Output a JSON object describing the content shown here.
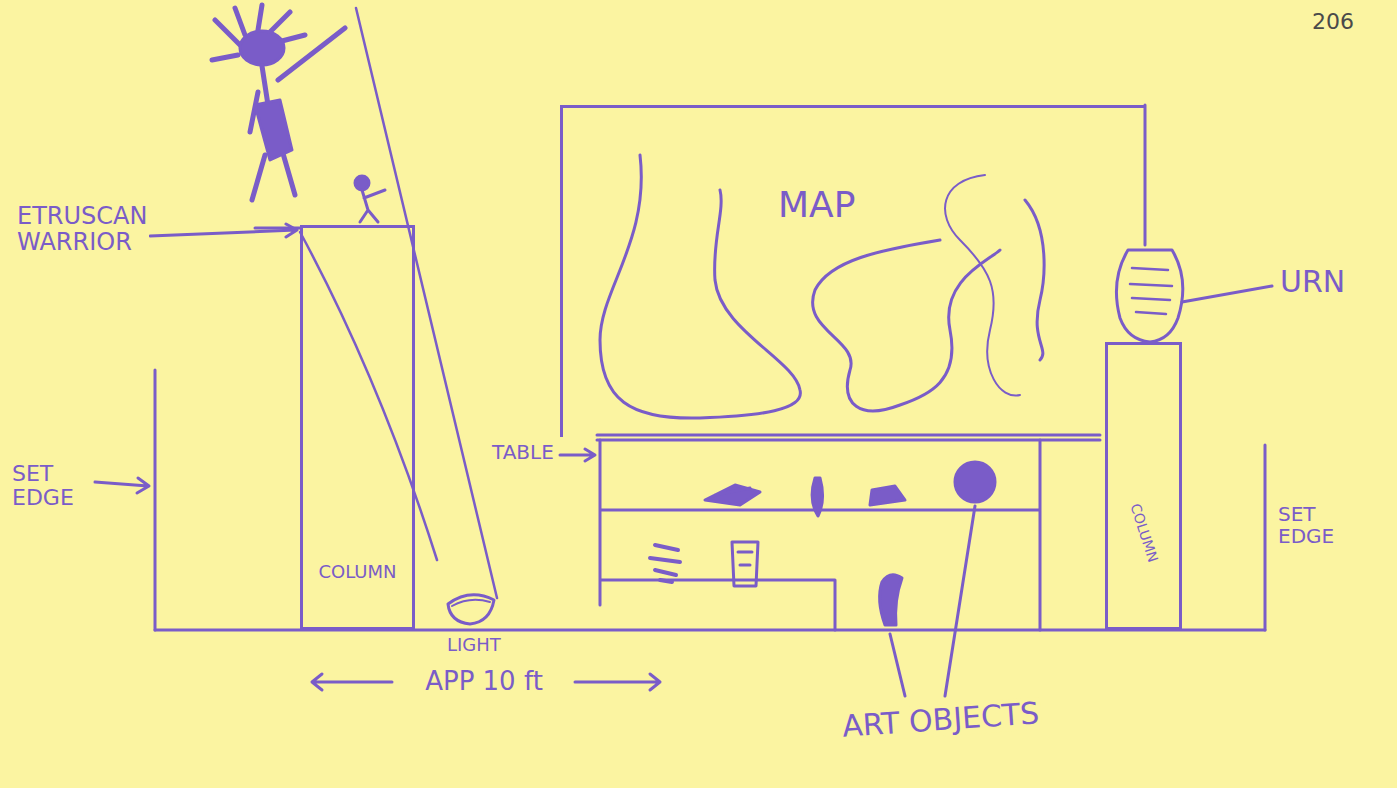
{
  "diagram": {
    "nodes": [
      {
        "text": [
          "MAP"
        ]
      },
      {
        "text": [
          "COLUMN"
        ]
      },
      {
        "text": [
          "COLUMN"
        ]
      }
    ],
    "labels": [
      "206",
      "ETRUSCAN WARRIOR",
      "URN",
      "TABLE",
      "SET EDGE",
      "LIGHT",
      "APP 10 ft",
      "ART OBJECTS",
      "SET EDGE"
    ]
  }
}
